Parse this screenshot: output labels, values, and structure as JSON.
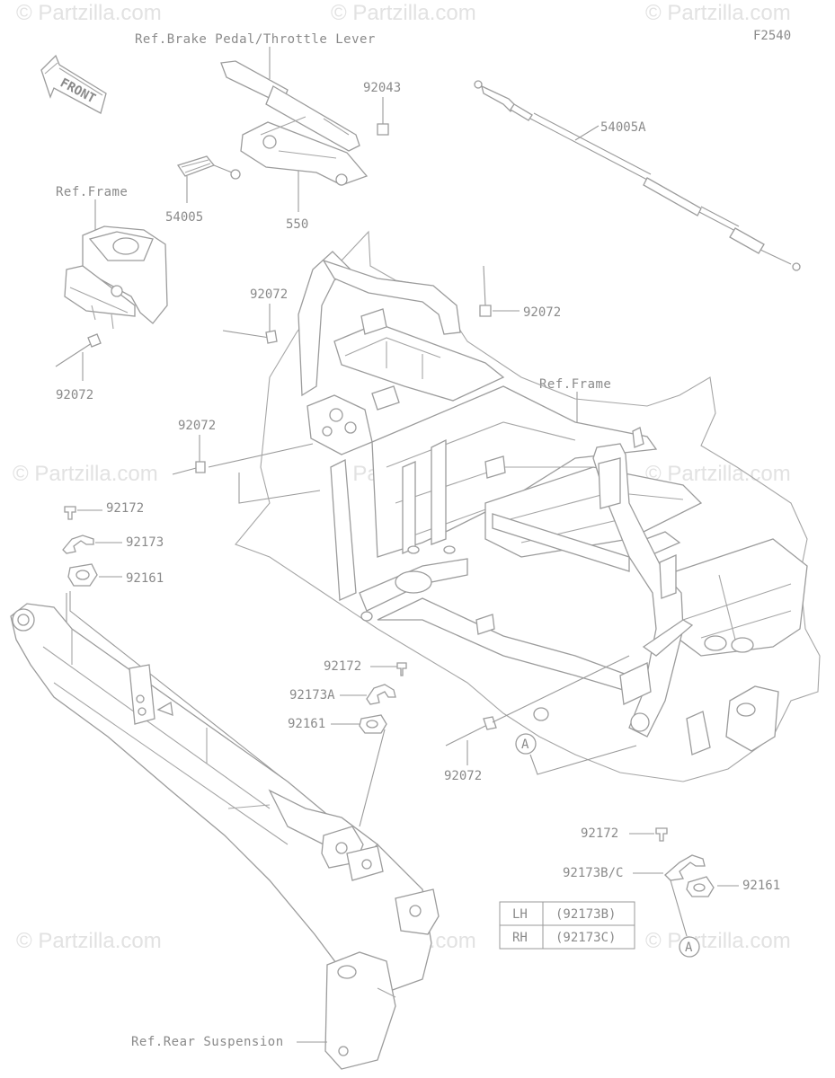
{
  "diagram": {
    "code": "F2540",
    "front_label": "FRONT",
    "watermark": "© Partzilla.com",
    "refs": {
      "brake_pedal": "Ref.Brake Pedal/Throttle Lever",
      "frame_left": "Ref.Frame",
      "frame_right": "Ref.Frame",
      "rear_suspension": "Ref.Rear Suspension"
    },
    "parts": {
      "p92043": "92043",
      "p54005A": "54005A",
      "p54005": "54005",
      "p550": "550",
      "p92072_a": "92072",
      "p92072_b": "92072",
      "p92072_c": "92072",
      "p92072_d": "92072",
      "p92072_e": "92072",
      "p92172_a": "92172",
      "p92173": "92173",
      "p92161_a": "92161",
      "p92172_b": "92172",
      "p92173A": "92173A",
      "p92161_b": "92161",
      "p92172_c": "92172",
      "p92173BC": "92173B/C",
      "p92161_c": "92161"
    },
    "callout": "A",
    "side_table": [
      {
        "side": "LH",
        "part": "(92173B)"
      },
      {
        "side": "RH",
        "part": "(92173C)"
      }
    ]
  }
}
